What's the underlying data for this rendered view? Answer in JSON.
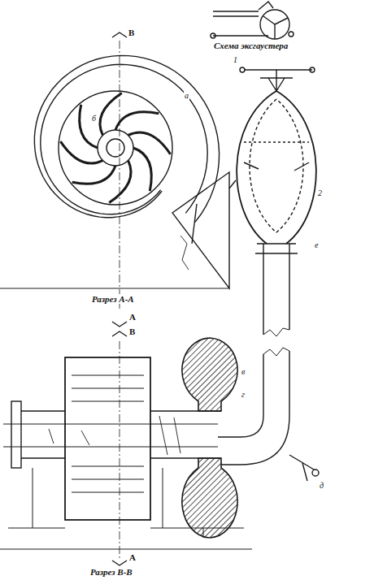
{
  "diagram": {
    "labels": [
      "Схема эксгаустера",
      "Разрез А-А",
      "Разрез В-В",
      "В",
      "А",
      "В",
      "А",
      "а",
      "б",
      "в",
      "г",
      "д",
      "е",
      "1",
      "2"
    ]
  }
}
